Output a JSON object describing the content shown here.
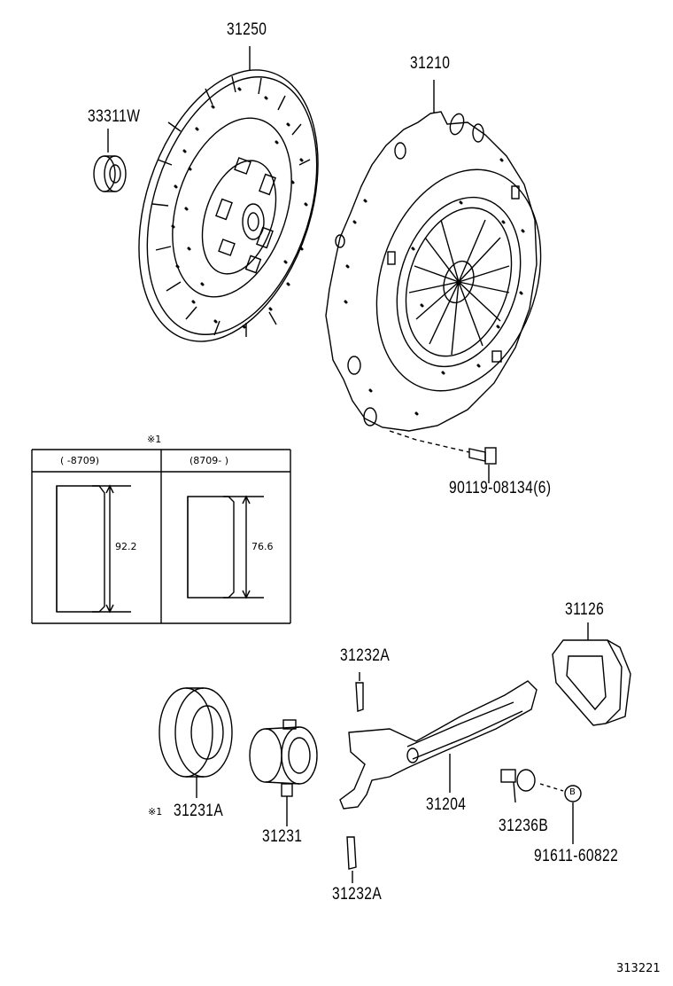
{
  "labels": {
    "clutch_disc": "31250",
    "pilot_bearing": "33311W",
    "clutch_cover": "31210",
    "cover_bolt": "90119-08134(6)",
    "boot": "31126",
    "fork_clip_top": "31232A",
    "release_hub": "31231",
    "release_bearing": "31231A",
    "release_bearing_mark": "※1",
    "release_fork": "31204",
    "fork_support": "31236B",
    "support_subpart": "91611-60822",
    "fork_clip_bottom": "31232A",
    "callout_b": "B"
  },
  "note_table": {
    "mark": "※1",
    "col1_header": "(      -8709)",
    "col2_header": "(8709-      )",
    "col1_dim": "92.2",
    "col2_dim": "76.6"
  },
  "figure_id": "313221"
}
